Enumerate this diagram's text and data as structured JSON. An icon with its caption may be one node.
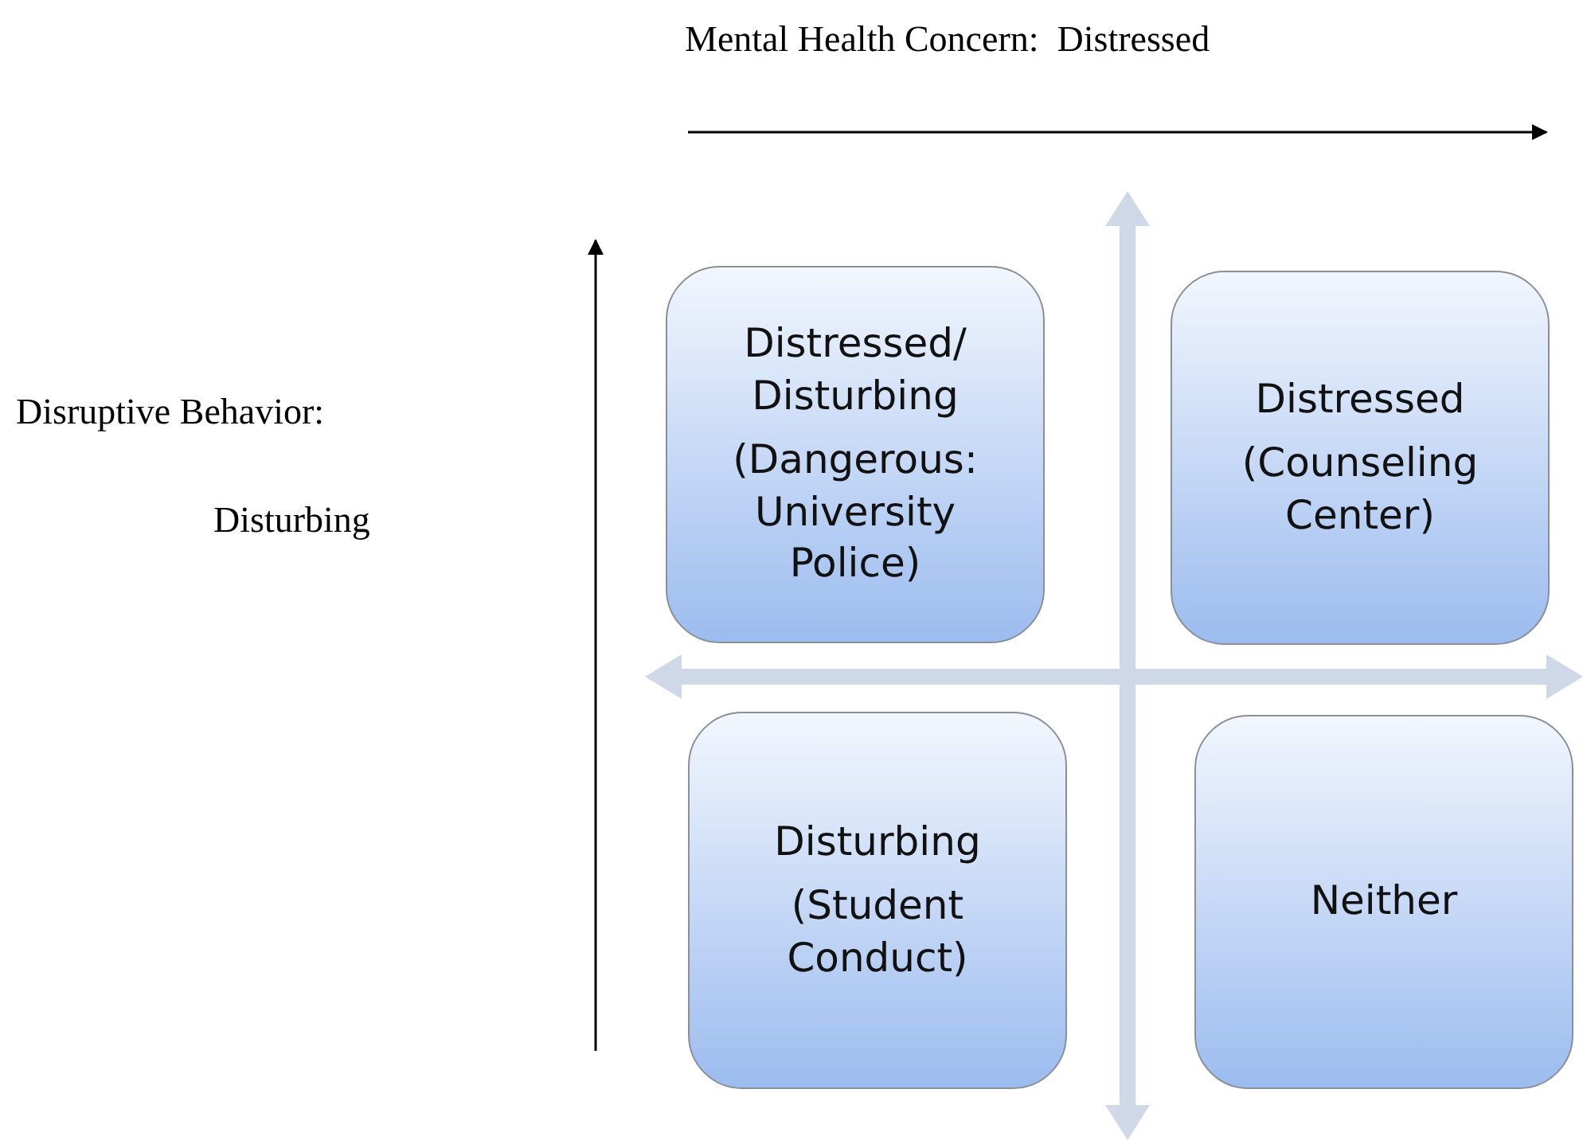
{
  "diagram": {
    "title": "Mental Health Concern:  Distressed",
    "nodes": [
      {
        "text": [
          "Distressed/ Disturbing",
          "(Dangerous: University Police)"
        ]
      },
      {
        "text": [
          "Distressed",
          "(Counseling Center)"
        ]
      },
      {
        "text": [
          "Disturbing",
          "(Student Conduct)"
        ]
      },
      {
        "text": [
          "Neither"
        ]
      }
    ],
    "labels": [
      "Disruptive Behavior:",
      "Disturbing"
    ]
  }
}
